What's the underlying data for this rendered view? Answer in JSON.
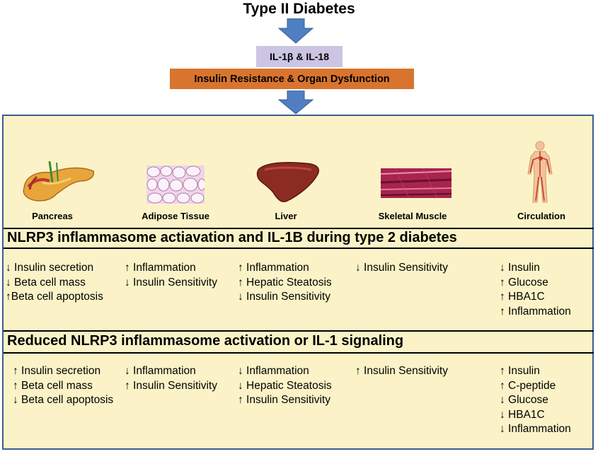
{
  "title": "Type II Diabetes",
  "cytokine_box": "IL-1β & IL-18",
  "outcome_box": "Insulin Resistance & Organ Dysfunction",
  "organs": [
    {
      "label": "Pancreas",
      "icon": "pancreas-icon"
    },
    {
      "label": "Adipose Tissue",
      "icon": "adipose-tissue-icon"
    },
    {
      "label": "Liver",
      "icon": "liver-icon"
    },
    {
      "label": "Skeletal Muscle",
      "icon": "skeletal-muscle-icon"
    },
    {
      "label": "Circulation",
      "icon": "circulation-icon"
    }
  ],
  "section1": {
    "title": "NLRP3 inflammasome actiavation and IL-1B during type 2 diabetes",
    "columns": [
      [
        "↓ Insulin secretion",
        "↓ Beta cell mass",
        "↑Beta cell apoptosis"
      ],
      [
        "↑ Inflammation",
        "↓ Insulin Sensitivity"
      ],
      [
        "↑ Inflammation",
        "↑ Hepatic Steatosis",
        "↓ Insulin Sensitivity"
      ],
      [
        "↓ Insulin Sensitivity"
      ],
      [
        "↓ Insulin",
        "↑ Glucose",
        "↑ HBA1C",
        "↑ Inflammation"
      ]
    ]
  },
  "section2": {
    "title": "Reduced NLRP3 inflammasome activation or IL-1 signaling",
    "columns": [
      [
        "↑ Insulin secretion",
        "↑ Beta cell mass",
        "↓ Beta cell apoptosis"
      ],
      [
        "↓ Inflammation",
        "↑ Insulin Sensitivity"
      ],
      [
        "↓ Inflammation",
        "↓ Hepatic Steatosis",
        "↑ Insulin Sensitivity"
      ],
      [
        "↑ Insulin Sensitivity"
      ],
      [
        "↑ Insulin",
        "↑ C-peptide",
        "↓ Glucose",
        "↓ HBA1C",
        "↓ Inflammation"
      ]
    ]
  },
  "colors": {
    "arrow": "#4f7fc0",
    "cytokine_box": "#cbc5e3",
    "outcome_box": "#d9742e",
    "panel_bg": "#fbf3c7",
    "panel_border": "#3a5f91"
  }
}
